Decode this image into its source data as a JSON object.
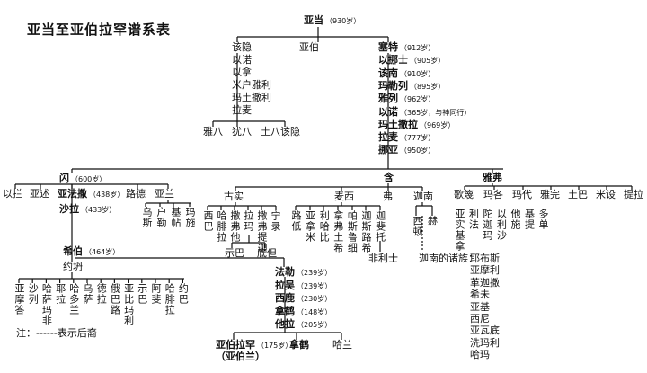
{
  "title": "亚当至亚伯拉罕谱系表",
  "adam": {
    "name": "亚当",
    "age": "（930岁）"
  },
  "cain": "该隐",
  "abel": "亚伯",
  "cain_line": [
    "以诺",
    "以拿",
    "米户雅利",
    "玛土撒利",
    "拉麦"
  ],
  "lamech_sons": [
    "雅八",
    "犹八",
    "土八该隐"
  ],
  "seth_line": [
    {
      "name": "塞特",
      "age": "（912岁）"
    },
    {
      "name": "以挪士",
      "age": "（905岁）"
    },
    {
      "name": "该南",
      "age": "（910岁）"
    },
    {
      "name": "玛勒列",
      "age": "（895岁）"
    },
    {
      "name": "雅列",
      "age": "（962岁）"
    },
    {
      "name": "以诺",
      "age": "（365岁，与神同行）"
    },
    {
      "name": "玛土撒拉",
      "age": "（969岁）"
    },
    {
      "name": "拉麦",
      "age": "（777岁）"
    },
    {
      "name": "挪亚",
      "age": "（950岁）"
    }
  ],
  "shem": {
    "name": "闪",
    "age": "（600岁）"
  },
  "ham": "含",
  "japheth": "雅弗",
  "shem_sons": [
    "以拦",
    "亚述",
    "路德",
    "亚兰"
  ],
  "arpachshad": {
    "name": "亚法撒",
    "age": "（438岁）"
  },
  "aram_sons": [
    "乌斯",
    "户勒",
    "基帖",
    "玛施"
  ],
  "shelah": {
    "name": "沙拉",
    "age": "（433岁）"
  },
  "eber": {
    "name": "希伯",
    "age": "（464岁）"
  },
  "joktan": "约坍",
  "joktan_sons": [
    "亚摩答",
    "沙列",
    "哈萨玛非",
    "耶拉",
    "哈多兰",
    "乌萨",
    "德拉",
    "俄巴路",
    "亚比玛利",
    "示巴",
    "阿斐",
    "哈腓拉",
    "约巴"
  ],
  "note": "注：------表示后裔",
  "ham_sons": [
    "古实",
    "麦西",
    "弗",
    "迦南"
  ],
  "cush_sons": [
    "西巴",
    "哈腓拉",
    "撒弗他",
    "拉玛",
    "撒弗提迦",
    "宁录"
  ],
  "raamah_sons": [
    "示巴",
    "底但"
  ],
  "mizraim_sons": [
    "路低",
    "亚拿米",
    "利哈比",
    "拿弗土希",
    "帕斯鲁细",
    "迦斯路希",
    "迦斐托"
  ],
  "philistines": "非利士",
  "canaan_sons": [
    "西顿",
    "赫"
  ],
  "canaan_tribes_label": "迦南的诸族：",
  "canaan_tribes": [
    "耶布斯",
    "亚摩利",
    "革迦撒",
    "希未",
    "亚基",
    "西尼",
    "亚瓦底",
    "洗玛利",
    "哈玛"
  ],
  "japheth_sons": [
    "歌篾",
    "玛各",
    "玛代",
    "雅完",
    "土巴",
    "米设",
    "提拉"
  ],
  "grandsons_japheth": [
    "亚实基拿",
    "利法",
    "陀迦玛",
    "以利沙",
    "他施",
    "基提",
    "多单"
  ],
  "peleg_line": [
    {
      "name": "法勒",
      "age": "（239岁）"
    },
    {
      "name": "拉吴",
      "age": "（239岁）"
    },
    {
      "name": "西鹿",
      "age": "（230岁）"
    },
    {
      "name": "拿鹤",
      "age": "（148岁）"
    },
    {
      "name": "他拉",
      "age": "（205岁）"
    }
  ],
  "abraham": {
    "name": "亚伯拉罕",
    "age": "（175岁）",
    "alt": "（亚伯兰）"
  },
  "terah_sons": [
    "拿鹤",
    "哈兰"
  ]
}
